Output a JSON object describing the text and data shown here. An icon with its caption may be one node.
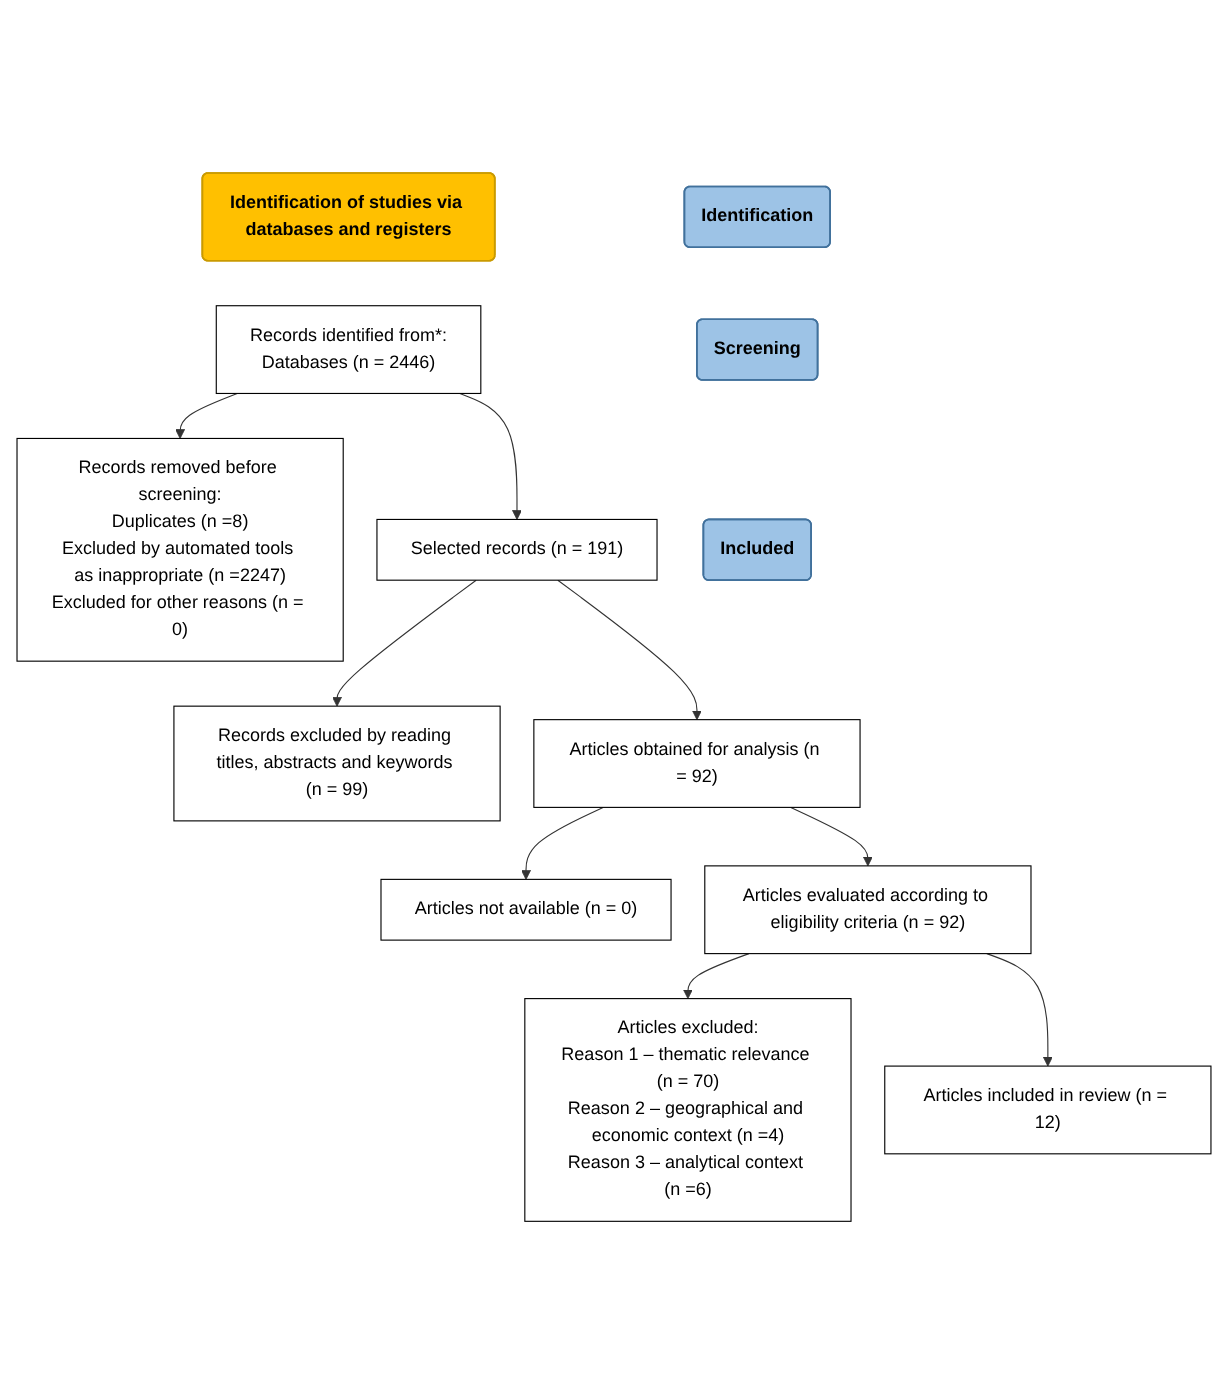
{
  "diagram": {
    "nodes": [
      {
        "text": [
          "Identification of studies via databases and registers"
        ]
      },
      {
        "text": [
          "Identification"
        ]
      },
      {
        "text": [
          "Records identified from*:",
          "Databases (n = 2446)"
        ]
      },
      {
        "text": [
          "Records removed before screening:",
          "Duplicates (n =8)",
          "Excluded by automated tools as inappropriate (n =2247)",
          "Excluded for other reasons (n = 0)"
        ]
      },
      {
        "text": [
          "Screening"
        ]
      },
      {
        "text": [
          "Selected records (n = 191)"
        ]
      },
      {
        "text": [
          "Records excluded by reading titles, abstracts and keywords (n = 99)"
        ]
      },
      {
        "text": [
          "Articles obtained for analysis (n = 92)"
        ]
      },
      {
        "text": [
          "Articles not available (n = 0)"
        ]
      },
      {
        "text": [
          "Articles evaluated according to eligibility criteria (n = 92)"
        ]
      },
      {
        "text": [
          "Articles excluded:",
          "Reason 1 – thematic relevance (n = 70)",
          "Reason 2 – geographical and economic context (n =4)",
          "Reason 3 – analytical context (n =6)"
        ]
      },
      {
        "text": [
          "Included"
        ]
      },
      {
        "text": [
          "Articles included in review (n = 12)"
        ]
      }
    ],
    "edges": [
      {
        "from": 2,
        "to": 3,
        "arrow": "to"
      },
      {
        "from": 2,
        "to": 5,
        "arrow": "to"
      },
      {
        "from": 5,
        "to": 6,
        "arrow": "to"
      },
      {
        "from": 5,
        "to": 7,
        "arrow": "to"
      },
      {
        "from": 7,
        "to": 8,
        "arrow": "to"
      },
      {
        "from": 7,
        "to": 9,
        "arrow": "to"
      },
      {
        "from": 9,
        "to": 10,
        "arrow": "to"
      },
      {
        "from": 9,
        "to": 12,
        "arrow": "to"
      }
    ]
  }
}
